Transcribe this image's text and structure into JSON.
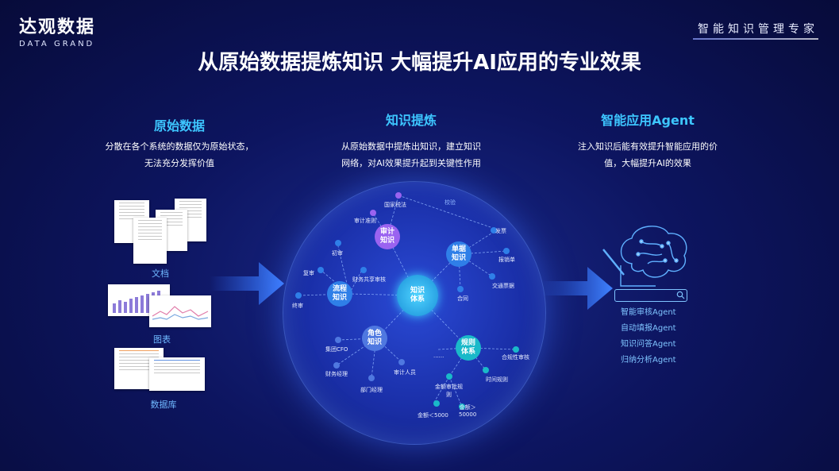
{
  "brand": {
    "name_cn": "达观数据",
    "name_en": "DATA GRAND"
  },
  "slogan": "智能知识管理专家",
  "headline": "从原始数据提炼知识  大幅提升AI应用的专业效果",
  "columns": {
    "raw": {
      "title": "原始数据",
      "desc_line1": "分散在各个系统的数据仅为原始状态，",
      "desc_line2": "无法充分发挥价值",
      "captions": [
        "文档",
        "图表",
        "数据库"
      ]
    },
    "knowledge": {
      "title": "知识提炼",
      "desc_line1": "从原始数据中提炼出知识，建立知识",
      "desc_line2": "网络，对AI效果提升起到关键性作用"
    },
    "agent": {
      "title": "智能应用Agent",
      "desc_line1": "注入知识后能有效提升智能应用的价",
      "desc_line2": "值，大幅提升AI的效果",
      "items": [
        "智能审核Agent",
        "自动填报Agent",
        "知识问答Agent",
        "归纳分析Agent"
      ]
    }
  },
  "graph": {
    "center": "知识\n体系",
    "hubs": {
      "audit": "审计\n知识",
      "doc": "单据\n知识",
      "process": "流程\n知识",
      "role": "角色\n知识",
      "rule": "规则\n体系"
    },
    "labels": {
      "law": "国家税法",
      "audit_rule": "审计准则",
      "verify": "校验",
      "invoice": "发票",
      "expense": "报销单",
      "transport": "交通票据",
      "contract": "合同",
      "first": "初审",
      "review": "复审",
      "final": "终审",
      "shared": "财务共享审核",
      "cfo": "集团CFO",
      "fin_mgr": "财务经理",
      "dept_mgr": "部门经理",
      "auditor": "审计人员",
      "ellipsis": "......",
      "compliance": "合规性审核",
      "time_rule": "时间规则",
      "amount_rule": "金额审批规\n则",
      "lt5000": "金额＜5000",
      "gt50000": "金额＞\n50000"
    }
  },
  "colors": {
    "accent": "#3dc6ff",
    "purple": "#9a63f0",
    "teal": "#1ab9c9",
    "blue": "#2f7fe8"
  }
}
